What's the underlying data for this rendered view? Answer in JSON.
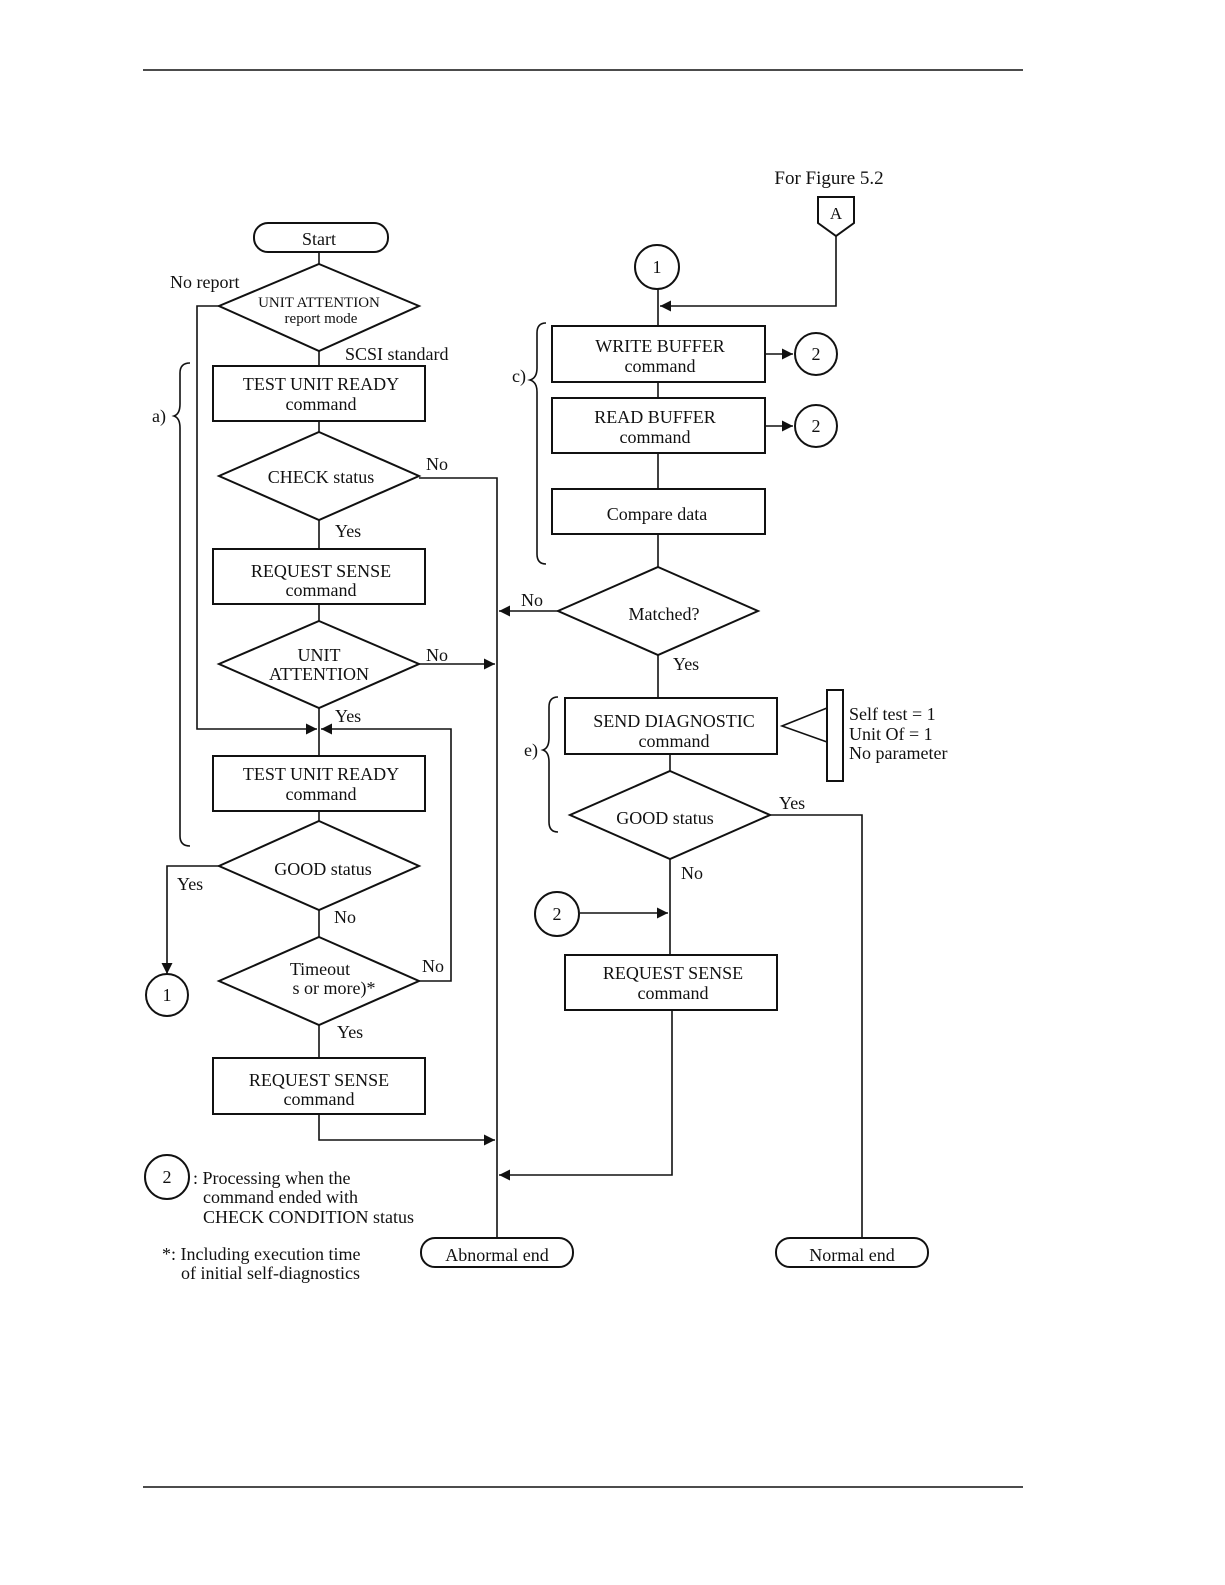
{
  "header_text": "For Figure 5.2",
  "connector_a": "A",
  "start": "Start",
  "left_flow": {
    "ua_mode": [
      "UNIT ATTENTION",
      "report mode"
    ],
    "no_report": "No report",
    "scsi_standard": "SCSI standard",
    "tur1": [
      "TEST UNIT READY",
      "command"
    ],
    "check_status": "CHECK status",
    "rs1": [
      "REQUEST SENSE",
      "command"
    ],
    "unit_attention": [
      "UNIT",
      "ATTENTION"
    ],
    "tur2": [
      "TEST UNIT READY",
      "command"
    ],
    "good_status": "GOOD status",
    "timeout": [
      "Timeout",
      "s or more)*"
    ],
    "rs2": [
      "REQUEST SENSE",
      "command"
    ],
    "bracket_a": "a)"
  },
  "right_flow": {
    "write_buffer": [
      "WRITE BUFFER",
      "command"
    ],
    "read_buffer": [
      "READ BUFFER",
      "command"
    ],
    "compare": "Compare data",
    "matched": "Matched?",
    "send_diag": [
      "SEND DIAGNOSTIC",
      "command"
    ],
    "good_status": "GOOD status",
    "rs3": [
      "REQUEST SENSE",
      "command"
    ],
    "bracket_c": "c)",
    "bracket_e": "e)",
    "callout": [
      "Self test = 1",
      "Unit Of = 1",
      "No parameter"
    ]
  },
  "labels": {
    "yes": "Yes",
    "no": "No"
  },
  "connectors": {
    "one": "1",
    "two": "2"
  },
  "terminals": {
    "abnormal": "Abnormal end",
    "normal": "Normal end"
  },
  "legend": {
    "two_desc": [
      ": Processing when the",
      "command ended with",
      "CHECK CONDITION status"
    ],
    "note": [
      "*: Including execution time",
      "of initial self-diagnostics"
    ]
  }
}
